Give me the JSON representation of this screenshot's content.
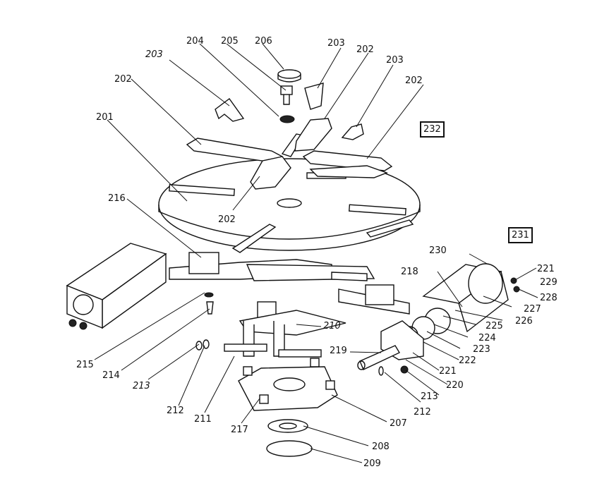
{
  "reference_boxes": {
    "r232": "232",
    "r231": "231"
  },
  "labels": {
    "l201": "201",
    "l202a": "202",
    "l202b": "202",
    "l202c": "202",
    "l202d": "202",
    "l203a": "203",
    "l203b": "203",
    "l203c": "203",
    "l204": "204",
    "l205": "205",
    "l206": "206",
    "l207": "207",
    "l208": "208",
    "l209": "209",
    "l210": "210",
    "l211": "211",
    "l212a": "212",
    "l212b": "212",
    "l213a": "213",
    "l213b": "213",
    "l214": "214",
    "l215": "215",
    "l216": "216",
    "l217": "217",
    "l218": "218",
    "l219": "219",
    "l220": "220",
    "l221a": "221",
    "l221b": "221",
    "l222": "222",
    "l223": "223",
    "l224": "224",
    "l225": "225",
    "l226": "226",
    "l227": "227",
    "l228": "228",
    "l229": "229",
    "l230": "230"
  }
}
